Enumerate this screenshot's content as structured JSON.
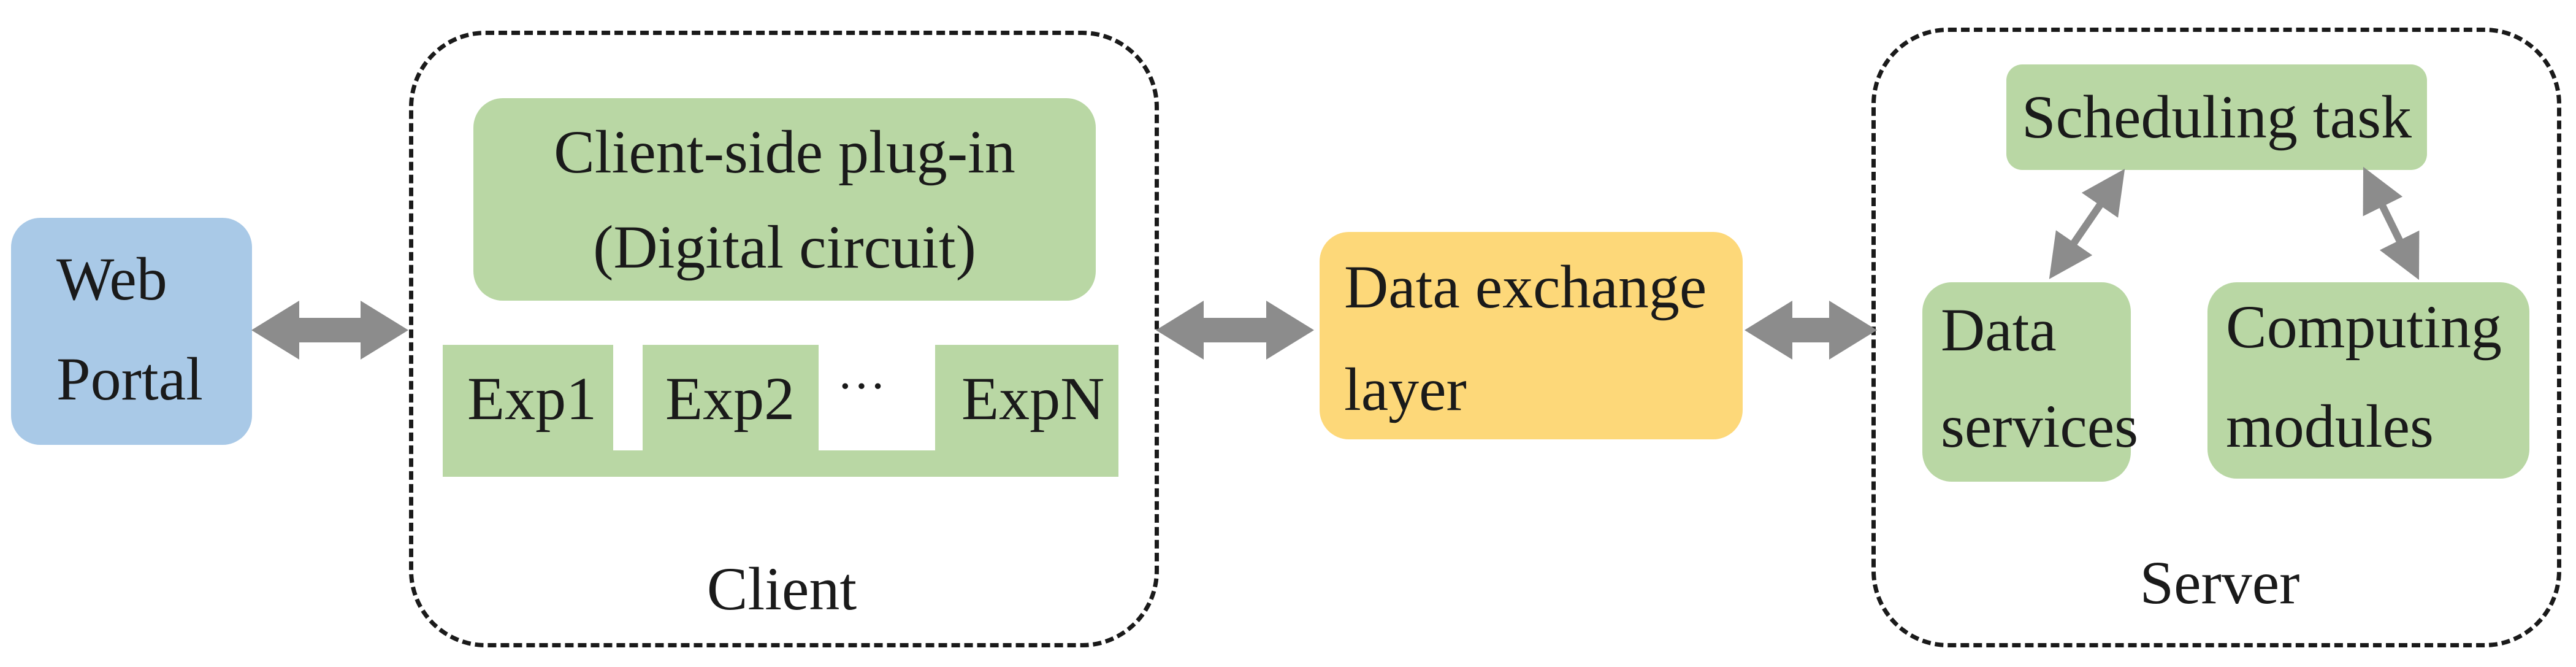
{
  "web_portal": {
    "line1": "Web",
    "line2": "Portal"
  },
  "client": {
    "label": "Client",
    "plugin": {
      "line1": "Client-side plug-in",
      "line2": "(Digital circuit)"
    },
    "experiments": [
      {
        "label": "Exp1"
      },
      {
        "label": "Exp2"
      },
      {
        "label": "···"
      },
      {
        "label": "ExpN"
      }
    ]
  },
  "data_exchange": {
    "line1": "Data exchange",
    "line2": "layer"
  },
  "server": {
    "label": "Server",
    "scheduling": "Scheduling task",
    "data_services": {
      "line1": "Data",
      "line2": "services"
    },
    "computing_modules": {
      "line1": "Computing",
      "line2": "modules"
    }
  },
  "colors": {
    "green": "#b9d7a4",
    "blue": "#a9c9e7",
    "yellow": "#fdd879",
    "arrow": "#8c8c8c"
  }
}
